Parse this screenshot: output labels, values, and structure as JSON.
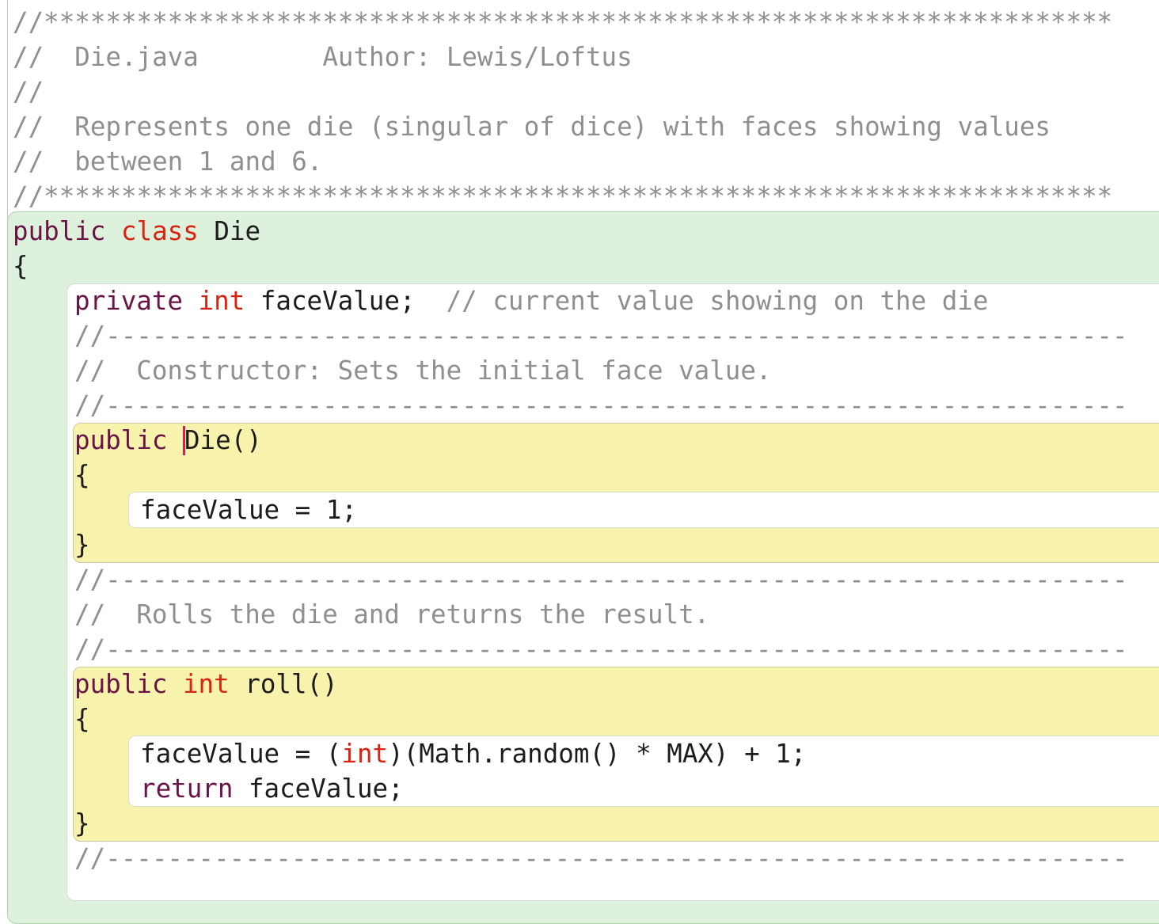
{
  "theme": {
    "kw_color": "#6b1247",
    "type_color": "#dc2310",
    "comment_color": "#8f8f8f",
    "text_color": "#1c1c1c",
    "caret_color": "#e8174b",
    "class_scope_fill": "#def1dd",
    "class_scope_border": "#aed1ab",
    "method_scope_fill": "#f7f3ad",
    "method_scope_border": "#ccc9a2",
    "inner_box_fill": "#ffffff",
    "inner_box_border": "#d9d9d9",
    "divider_color": "#c6c6c6",
    "page_bg": "#ffffff"
  },
  "editor": {
    "file_name": "Die.java",
    "author": "Lewis/Loftus",
    "language": "java"
  },
  "code": {
    "lines": [
      {
        "indent": 0,
        "tokens": [
          {
            "style": "comment",
            "text": "//*********************************************************************"
          }
        ]
      },
      {
        "indent": 0,
        "tokens": [
          {
            "style": "comment",
            "text": "//  Die.java        Author: Lewis/Loftus"
          }
        ]
      },
      {
        "indent": 0,
        "tokens": [
          {
            "style": "comment",
            "text": "//"
          }
        ]
      },
      {
        "indent": 0,
        "tokens": [
          {
            "style": "comment",
            "text": "//  Represents one die (singular of dice) with faces showing values"
          }
        ]
      },
      {
        "indent": 0,
        "tokens": [
          {
            "style": "comment",
            "text": "//  between 1 and 6."
          }
        ]
      },
      {
        "indent": 0,
        "tokens": [
          {
            "style": "comment",
            "text": "//*********************************************************************"
          }
        ]
      },
      {
        "indent": 0,
        "tokens": [
          {
            "style": "kw",
            "text": "public"
          },
          {
            "style": "plain",
            "text": " "
          },
          {
            "style": "type",
            "text": "class"
          },
          {
            "style": "plain",
            "text": " Die"
          }
        ]
      },
      {
        "indent": 0,
        "tokens": [
          {
            "style": "plain",
            "text": "{"
          }
        ]
      },
      {
        "indent": 1,
        "tokens": [
          {
            "style": "kw",
            "text": "private"
          },
          {
            "style": "plain",
            "text": " "
          },
          {
            "style": "type",
            "text": "int"
          },
          {
            "style": "plain",
            "text": " faceValue;"
          },
          {
            "style": "comment",
            "text": "  // current value showing on the die"
          }
        ]
      },
      {
        "indent": 1,
        "tokens": [
          {
            "style": "comment",
            "text": "//------------------------------------------------------------------"
          }
        ]
      },
      {
        "indent": 1,
        "tokens": [
          {
            "style": "comment",
            "text": "//  Constructor: Sets the initial face value."
          }
        ]
      },
      {
        "indent": 1,
        "tokens": [
          {
            "style": "comment",
            "text": "//------------------------------------------------------------------"
          }
        ]
      },
      {
        "indent": 1,
        "tokens": [
          {
            "style": "kw",
            "text": "public"
          },
          {
            "style": "plain",
            "text": " "
          },
          {
            "style": "caret",
            "text": ""
          },
          {
            "style": "plain",
            "text": "Die()"
          }
        ]
      },
      {
        "indent": 1,
        "tokens": [
          {
            "style": "plain",
            "text": "{"
          }
        ]
      },
      {
        "indent": 2,
        "tokens": [
          {
            "style": "plain",
            "text": "faceValue = 1;"
          }
        ]
      },
      {
        "indent": 1,
        "tokens": [
          {
            "style": "plain",
            "text": "}"
          }
        ]
      },
      {
        "indent": 1,
        "tokens": [
          {
            "style": "comment",
            "text": "//------------------------------------------------------------------"
          }
        ]
      },
      {
        "indent": 1,
        "tokens": [
          {
            "style": "comment",
            "text": "//  Rolls the die and returns the result."
          }
        ]
      },
      {
        "indent": 1,
        "tokens": [
          {
            "style": "comment",
            "text": "//------------------------------------------------------------------"
          }
        ]
      },
      {
        "indent": 1,
        "tokens": [
          {
            "style": "kw",
            "text": "public"
          },
          {
            "style": "plain",
            "text": " "
          },
          {
            "style": "type",
            "text": "int"
          },
          {
            "style": "plain",
            "text": " roll()"
          }
        ]
      },
      {
        "indent": 1,
        "tokens": [
          {
            "style": "plain",
            "text": "{"
          }
        ]
      },
      {
        "indent": 2,
        "tokens": [
          {
            "style": "plain",
            "text": "faceValue = ("
          },
          {
            "style": "type",
            "text": "int"
          },
          {
            "style": "plain",
            "text": ")(Math.random() * MAX) + 1;"
          }
        ]
      },
      {
        "indent": 2,
        "tokens": [
          {
            "style": "kw",
            "text": "return"
          },
          {
            "style": "plain",
            "text": " faceValue;"
          }
        ]
      },
      {
        "indent": 1,
        "tokens": [
          {
            "style": "plain",
            "text": "}"
          }
        ]
      },
      {
        "indent": 1,
        "tokens": [
          {
            "style": "comment",
            "text": "//------------------------------------------------------------------"
          }
        ]
      }
    ]
  }
}
